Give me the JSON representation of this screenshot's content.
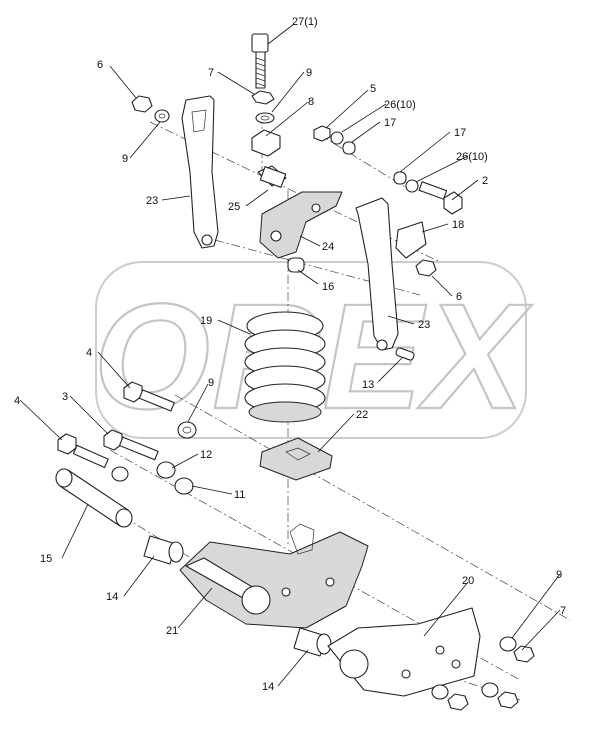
{
  "watermark": {
    "text": "OREX"
  },
  "callouts": [
    {
      "id": "c-27",
      "text": "27(1)"
    },
    {
      "id": "c-6a",
      "text": "6"
    },
    {
      "id": "c-7a",
      "text": "7"
    },
    {
      "id": "c-9a",
      "text": "9"
    },
    {
      "id": "c-8",
      "text": "8"
    },
    {
      "id": "c-5",
      "text": "5"
    },
    {
      "id": "c-26a",
      "text": "26(10)"
    },
    {
      "id": "c-17a",
      "text": "17"
    },
    {
      "id": "c-9b",
      "text": "9"
    },
    {
      "id": "c-17b",
      "text": "17"
    },
    {
      "id": "c-26b",
      "text": "26(10)"
    },
    {
      "id": "c-2",
      "text": "2"
    },
    {
      "id": "c-23a",
      "text": "23"
    },
    {
      "id": "c-25",
      "text": "25"
    },
    {
      "id": "c-24",
      "text": "24"
    },
    {
      "id": "c-18",
      "text": "18"
    },
    {
      "id": "c-16",
      "text": "16"
    },
    {
      "id": "c-6b",
      "text": "6"
    },
    {
      "id": "c-19",
      "text": "19"
    },
    {
      "id": "c-23b",
      "text": "23"
    },
    {
      "id": "c-4a",
      "text": "4"
    },
    {
      "id": "c-9c",
      "text": "9"
    },
    {
      "id": "c-13",
      "text": "13"
    },
    {
      "id": "c-3",
      "text": "3"
    },
    {
      "id": "c-4b",
      "text": "4"
    },
    {
      "id": "c-22",
      "text": "22"
    },
    {
      "id": "c-12",
      "text": "12"
    },
    {
      "id": "c-11",
      "text": "11"
    },
    {
      "id": "c-15",
      "text": "15"
    },
    {
      "id": "c-14a",
      "text": "14"
    },
    {
      "id": "c-20",
      "text": "20"
    },
    {
      "id": "c-9d",
      "text": "9"
    },
    {
      "id": "c-7b",
      "text": "7"
    },
    {
      "id": "c-21",
      "text": "21"
    },
    {
      "id": "c-14b",
      "text": "14"
    }
  ]
}
